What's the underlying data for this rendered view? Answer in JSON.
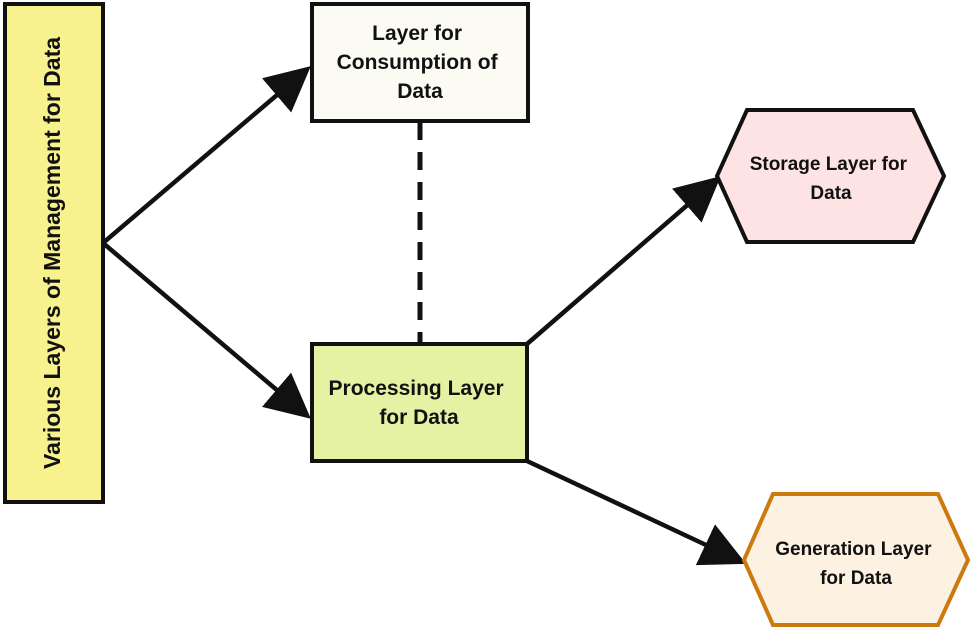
{
  "nodes": {
    "root": {
      "label": "Various Layers of Management for Data",
      "fill": "#f7f18e",
      "stroke": "#111111"
    },
    "consumption": {
      "lines": [
        "Layer for",
        "Consumption of",
        "Data"
      ],
      "fill": "#fbfaf3",
      "stroke": "#111111"
    },
    "processing": {
      "lines": [
        "Processing Layer",
        "for Data"
      ],
      "fill": "#e6f2a3",
      "stroke": "#111111"
    },
    "storage": {
      "lines": [
        "Storage Layer for",
        "Data"
      ],
      "fill": "#fde3e3",
      "stroke": "#111111"
    },
    "generation": {
      "lines": [
        "Generation Layer",
        "for Data"
      ],
      "fill": "#fdf1e2",
      "stroke": "#cc7a10"
    }
  },
  "edges": [
    {
      "from": "root",
      "to": "consumption",
      "style": "arrow"
    },
    {
      "from": "root",
      "to": "processing",
      "style": "arrow"
    },
    {
      "from": "consumption",
      "to": "processing",
      "style": "dashed"
    },
    {
      "from": "processing",
      "to": "storage",
      "style": "arrow"
    },
    {
      "from": "processing",
      "to": "generation",
      "style": "arrow"
    }
  ]
}
